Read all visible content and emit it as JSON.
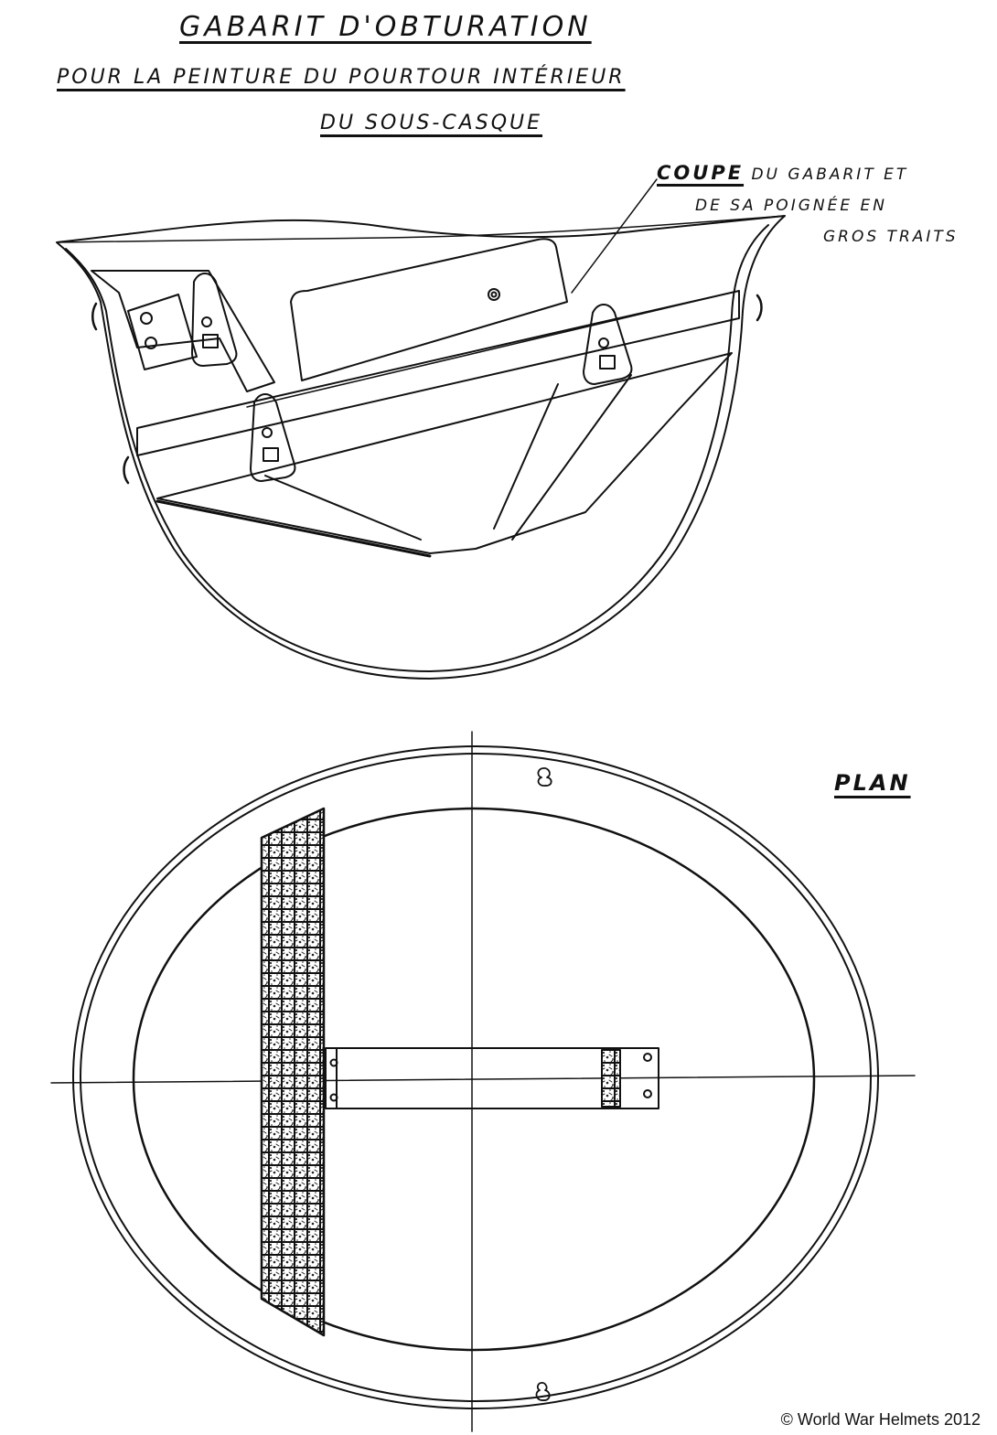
{
  "drawing": {
    "title": "GABARIT D'OBTURATION",
    "subtitle_line1": "POUR LA PEINTURE DU POURTOUR INTÉRIEUR",
    "subtitle_line2": "DU SOUS-CASQUE",
    "callout": {
      "coupe": "COUPE",
      "line1_rest": " DU GABARIT ET",
      "line2": "DE SA POIGNÉE  EN",
      "line3": "GROS TRAITS"
    },
    "plan_label": "PLAN",
    "views": [
      "section-view",
      "plan-view"
    ]
  },
  "footer": {
    "copyright": "© World War Helmets 2012"
  },
  "colors": {
    "ink": "#111111",
    "paper": "#ffffff"
  }
}
